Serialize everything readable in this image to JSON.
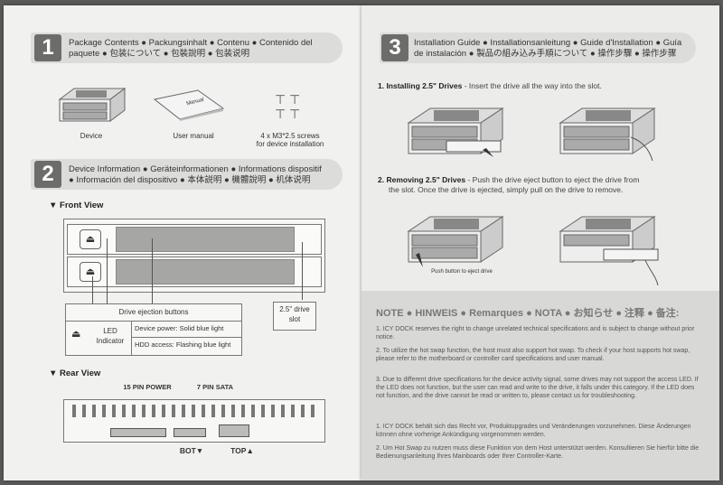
{
  "section1": {
    "num": "1",
    "title_line1": "Package Contents ● Packungsinhalt ● Contenu ● Contenido del",
    "title_line2": "paquete ● 包装について ● 包裝說明 ● 包装说明",
    "items": [
      "Device",
      "User manual",
      "4 x M3*2.5 screws",
      "for device installation"
    ],
    "manual_label": "Manual"
  },
  "section2": {
    "num": "2",
    "title_line1": "Device Information ● Geräteinformationen ● Informations dispositif",
    "title_line2": "● Información del dispositivo ● 本体説明 ● 機體說明 ● 机体说明",
    "front_view": "▼  Front View",
    "rear_view": "▼  Rear View",
    "callout_eject": "Drive ejection buttons",
    "callout_led": "LED Indicator",
    "callout_led_power": "Device power: Solid blue light",
    "callout_led_hdd": "HDD access: Flashing blue light",
    "callout_slot": "2.5\" drive slot",
    "power_label": "15 PIN POWER",
    "sata_label": "7 PIN SATA",
    "bot_label": "BOT▼",
    "top_label": "TOP▲"
  },
  "section3": {
    "num": "3",
    "title_line1": "Installation Guide ● Installationsanleitung ● Guide d'Installation ● Guía",
    "title_line2": "de instalación ● 製品の組み込み手順について ● 操作步驟 ● 操作步骤",
    "step1_title": "1. Installing 2.5\" Drives",
    "step1_text": " - Insert the drive all the way into the slot.",
    "step2_title": "2. Removing 2.5\" Drives",
    "step2_text": " -  Push the drive eject button to eject the drive from",
    "step2_text2": "the slot. Once the drive is ejected, simply pull on the drive to remove.",
    "push_caption": "Push button to eject drive"
  },
  "note": {
    "title": "NOTE ● HINWEIS ● Remarques ● NOTA ● お知らせ ● 注释 ● 备注:",
    "items": [
      "1. ICY DOCK reserves the right to change unrelated technical specifications and is subject to change without prior notice.",
      "2. To utilize the hot swap function, the host must also support hot swap. To check if your host supports hot swap, please refer to the motherboard or controller card specifications and user manual.",
      "3. Due to different drive specifications for the device activity signal, some drives may not support the access LED. If the LED does not function, but the user can read and write to the drive, it falls under this category. If the LED does not function, and the drive cannot be read or written to, please contact us for troubleshooting.",
      "1. ICY DOCK behält sich das Recht vor, Produktupgrades und Veränderungen vorzunehmen. Diese Änderungen können ohne vorherige Ankündigung vorgenommen werden.",
      "2. Um Hot Swap zu nutzen muss diese Funktion von dem Host unterstützt werden. Konsultieren Sie hierfür bitte die Bedienungsanleitung Ihres Mainboards oder Ihrer Controller-Karte."
    ]
  },
  "colors": {
    "header": "#dcdcda",
    "number_box": "#6c6c6a",
    "slot": "#a6a6a4"
  }
}
